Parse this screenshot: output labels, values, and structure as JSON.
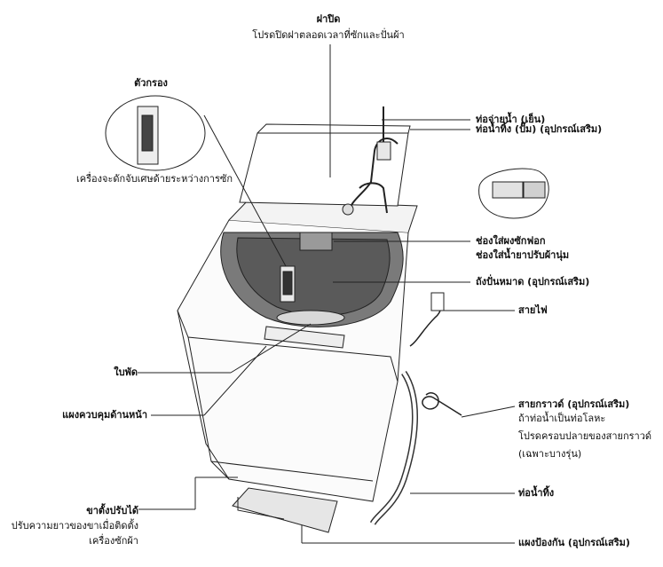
{
  "labels": {
    "lid_title": "ฝาปิด",
    "lid_note": "โปรดปิดฝาตลอดเวลาที่ซักและปั่นผ้า",
    "filter_title": "ตัวกรอง",
    "filter_note": "เครื่องจะดักจับเศษด้ายระหว่างการซัก",
    "water_supply": "ท่อจ่ายน้ำ (เย็น)",
    "drain_pump": "ท่อน้ำทิ้ง (ปั๊ม) (อุปกรณ์เสริม)",
    "detergent_line1": "ช่องใส่ผงซักฟอก",
    "detergent_line2": "ช่องใส่น้ำยาปรับผ้านุ่ม",
    "drum": "ถังปั่นหมาด (อุปกรณ์เสริม)",
    "power_cord": "สายไฟ",
    "pulsator": "ใบพัด",
    "control_panel": "แผงควบคุมด้านหน้า",
    "ground_wire_title": "สายกราวด์ (อุปกรณ์เสริม)",
    "ground_wire_note1": "ถ้าท่อน้ำเป็นท่อโลหะ",
    "ground_wire_note2": "โปรดครอบปลายของสายกราวด์",
    "ground_wire_note3": "(เฉพาะบางรุ่น)",
    "drain_hose": "ท่อน้ำทิ้ง",
    "leveling_title": "ขาตั้งปรับได้",
    "leveling_note1": "ปรับความยาวของขาเมื่อติดตั้ง",
    "leveling_note2": "เครื่องซักผ้า",
    "base_cover": "แผงป้องกัน (อุปกรณ์เสริม)"
  }
}
